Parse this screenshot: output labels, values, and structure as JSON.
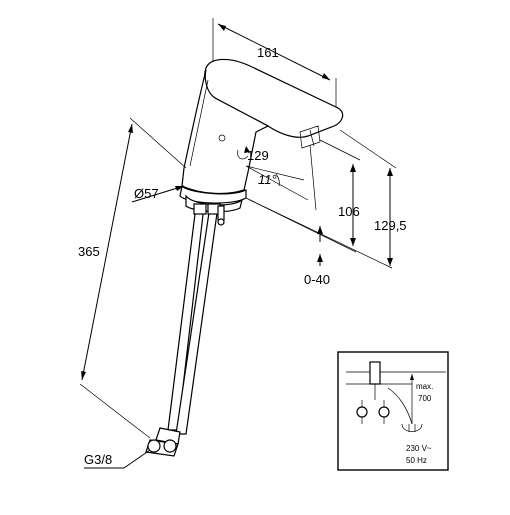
{
  "dimensions": {
    "width_top": "161",
    "spout_height": "106",
    "total_height": "129,5",
    "range": "0-40",
    "swivel": "129",
    "angle": "11°",
    "base_diameter": "Ø57",
    "hose_length": "365",
    "connection": "G3/8"
  },
  "inset": {
    "max_label": "max.",
    "max_value": "700",
    "voltage": "230 V~",
    "frequency": "50 Hz"
  }
}
